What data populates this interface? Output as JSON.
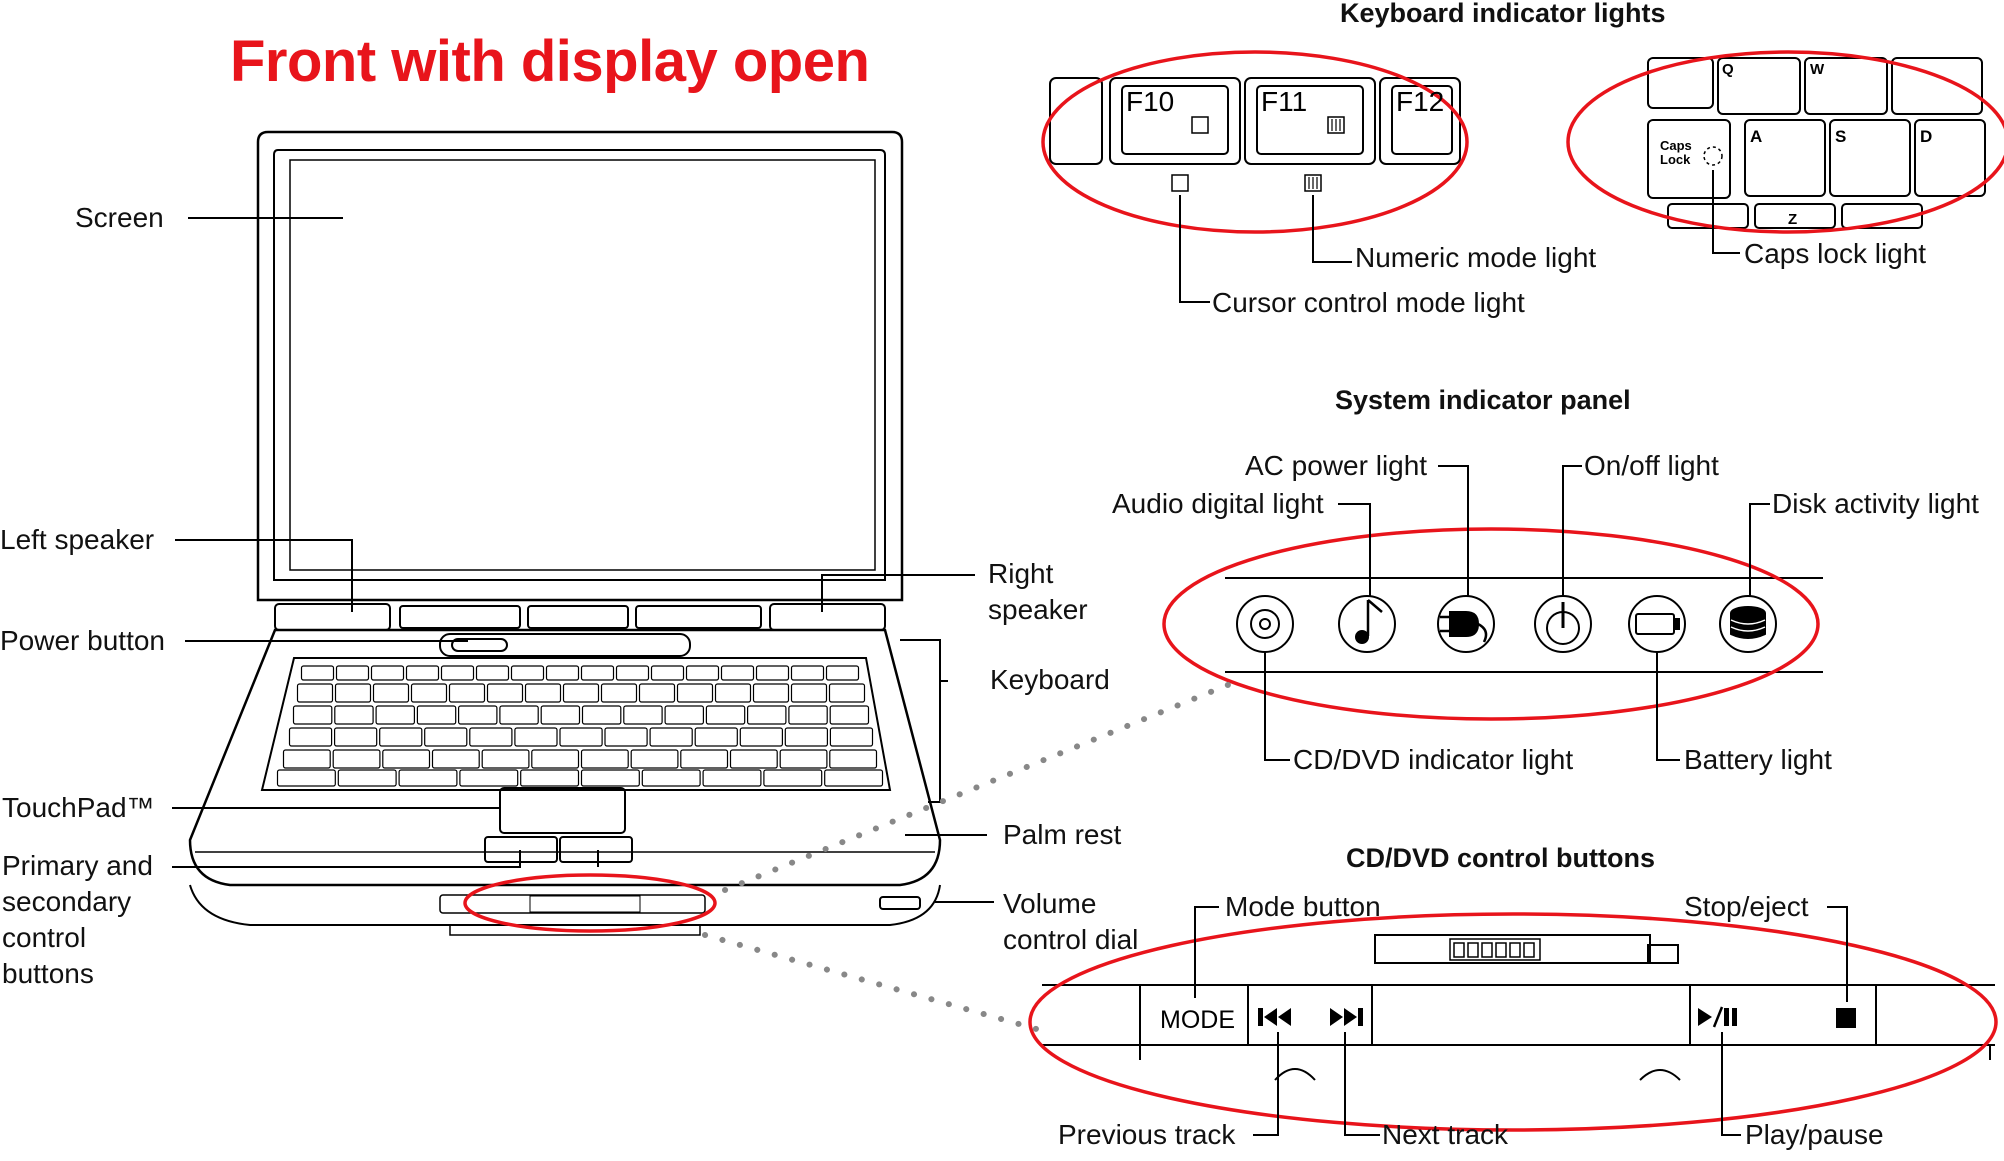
{
  "title": "Front with display open",
  "headings": {
    "keyboard_indicator_lights": "Keyboard indicator lights",
    "system_indicator_panel": "System indicator panel",
    "cd_dvd_control_buttons": "CD/DVD control buttons"
  },
  "laptop_labels": {
    "screen": "Screen",
    "left_speaker": "Left speaker",
    "power_button": "Power button",
    "touchpad": "TouchPad™",
    "primary_secondary_line1": "Primary and",
    "primary_secondary_line2": "secondary",
    "primary_secondary_line3": "control",
    "primary_secondary_line4": "buttons",
    "right_speaker_line1": "Right",
    "right_speaker_line2": "speaker",
    "keyboard": "Keyboard",
    "palm_rest": "Palm rest",
    "volume_line1": "Volume",
    "volume_line2": "control dial"
  },
  "keyboard_lights": {
    "keys": [
      "F10",
      "F11",
      "F12"
    ],
    "caps_key_line1": "Caps",
    "caps_key_line2": "Lock",
    "letter_keys": [
      "A",
      "S",
      "D",
      "Q",
      "W",
      "Z"
    ],
    "numeric_mode_light": "Numeric mode light",
    "cursor_control_mode_light": "Cursor control mode light",
    "caps_lock_light": "Caps lock light"
  },
  "system_panel": {
    "ac_power_light": "AC power light",
    "on_off_light": "On/off light",
    "audio_digital_light": "Audio digital light",
    "disk_activity_light": "Disk activity light",
    "cd_dvd_indicator_light": "CD/DVD indicator light",
    "battery_light": "Battery light"
  },
  "cd_controls": {
    "mode_button_label": "Mode button",
    "stop_eject_label": "Stop/eject",
    "mode_key_text": "MODE",
    "previous_track": "Previous track",
    "next_track": "Next track",
    "play_pause": "Play/pause"
  },
  "colors": {
    "title": "#e8141b",
    "callout_ellipse": "#e8141b",
    "dotted_leader": "#888888",
    "line_art": "#000000"
  },
  "icons": [
    "cd-dvd-icon",
    "audio-note-icon",
    "ac-plug-icon",
    "power-icon",
    "battery-icon",
    "disk-icon",
    "previous-track-icon",
    "next-track-icon",
    "play-pause-icon",
    "stop-icon"
  ]
}
